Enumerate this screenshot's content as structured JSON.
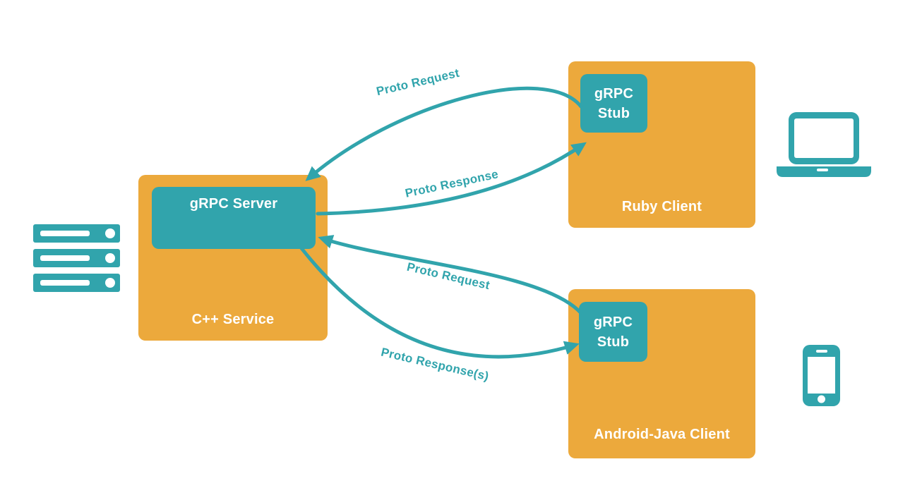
{
  "colors": {
    "teal": "#31A4AC",
    "orange": "#ECA93C"
  },
  "server_side": {
    "box_label": "C++ Service",
    "server_label": "gRPC Server"
  },
  "clients": [
    {
      "box_label": "Ruby Client",
      "stub_line1": "gRPC",
      "stub_line2": "Stub"
    },
    {
      "box_label": "Android-Java Client",
      "stub_line1": "gRPC",
      "stub_line2": "Stub"
    }
  ],
  "arrows": [
    {
      "label": "Proto Request",
      "from": "ruby-grpc-stub",
      "to": "grpc-server"
    },
    {
      "label": "Proto Response",
      "from": "grpc-server",
      "to": "ruby-grpc-stub"
    },
    {
      "label": "Proto Request",
      "from": "android-grpc-stub",
      "to": "grpc-server"
    },
    {
      "label": "Proto Response(s)",
      "from": "grpc-server",
      "to": "android-grpc-stub"
    }
  ],
  "icons": [
    {
      "name": "server-rack-icon"
    },
    {
      "name": "laptop-icon"
    },
    {
      "name": "smartphone-icon"
    }
  ]
}
